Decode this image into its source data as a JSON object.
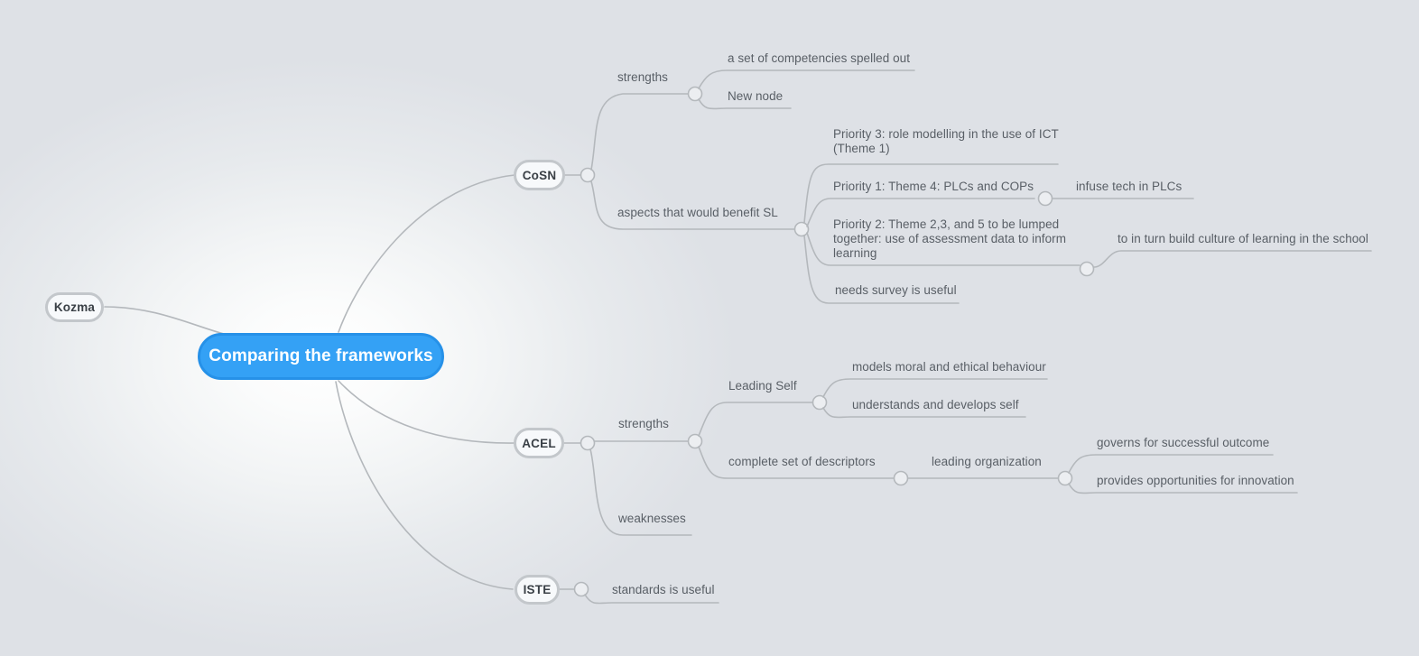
{
  "diagram": {
    "type": "mind-map",
    "central_node": {
      "label": "Comparing the frameworks",
      "color": "#34a1f5"
    },
    "side_node": {
      "label": "Kozma"
    },
    "line_color": "#b4b8bc",
    "text_color": "#595f66",
    "branch_pill_bg": "#f7f9fb",
    "branch_pill_border": "#c3c7cb"
  },
  "branches": {
    "cosn": {
      "label": "CoSN",
      "children": {
        "strengths": {
          "label": "strengths",
          "children": [
            {
              "label": "a set of competencies spelled out"
            },
            {
              "label": "New node"
            }
          ]
        },
        "aspects": {
          "label": "aspects that would benefit SL",
          "children": [
            {
              "label": "Priority 3: role modelling in the use of ICT\n(Theme 1)"
            },
            {
              "label": "Priority 1: Theme 4: PLCs and COPs",
              "children": [
                {
                  "label": "infuse tech in PLCs"
                }
              ]
            },
            {
              "label": "Priority 2: Theme 2,3, and 5 to be lumped\ntogether: use of assessment data to inform\nlearning",
              "children": [
                {
                  "label": "to in turn build culture of learning in the school"
                }
              ]
            },
            {
              "label": "needs survey is useful"
            }
          ]
        }
      }
    },
    "acel": {
      "label": "ACEL",
      "children": {
        "strengths": {
          "label": "strengths",
          "children": [
            {
              "label": "Leading Self",
              "children": [
                {
                  "label": "models moral and ethical behaviour"
                },
                {
                  "label": "understands and develops self"
                }
              ]
            },
            {
              "label": "complete set of descriptors",
              "children": [
                {
                  "label": "leading organization",
                  "children": [
                    {
                      "label": "governs for successful outcome"
                    },
                    {
                      "label": "provides opportunities for innovation"
                    }
                  ]
                }
              ]
            }
          ]
        },
        "weaknesses": {
          "label": "weaknesses",
          "children": []
        }
      }
    },
    "iste": {
      "label": "ISTE",
      "children": {
        "standards": {
          "label": "standards is useful"
        }
      }
    }
  },
  "labels": {
    "central": "Comparing the frameworks",
    "kozma": "Kozma",
    "cosn": "CoSN",
    "acel": "ACEL",
    "iste": "ISTE",
    "cosn_strengths": "strengths",
    "cosn_s1": "a set of competencies spelled out",
    "cosn_s2": "New node",
    "cosn_aspects": "aspects that would benefit SL",
    "cosn_a1_line1": "Priority 3: role modelling in the use of ICT",
    "cosn_a1_line2": "(Theme 1)",
    "cosn_a2": "Priority 1: Theme 4: PLCs and COPs",
    "cosn_a2_child": "infuse tech in PLCs",
    "cosn_a3_line1": "Priority 2: Theme 2,3, and 5 to be lumped",
    "cosn_a3_line2": "together: use of assessment data to inform",
    "cosn_a3_line3": "learning",
    "cosn_a3_child": "to in turn build culture of learning in the school",
    "cosn_a4": "needs survey is useful",
    "acel_strengths": "strengths",
    "acel_weaknesses": "weaknesses",
    "acel_leading_self": "Leading Self",
    "acel_ls1": "models moral and ethical behaviour",
    "acel_ls2": "understands and develops self",
    "acel_descriptors": "complete set of descriptors",
    "acel_leading_org": "leading organization",
    "acel_lo1": "governs for successful outcome",
    "acel_lo2": "provides opportunities for innovation",
    "iste_standards": "standards is useful"
  }
}
